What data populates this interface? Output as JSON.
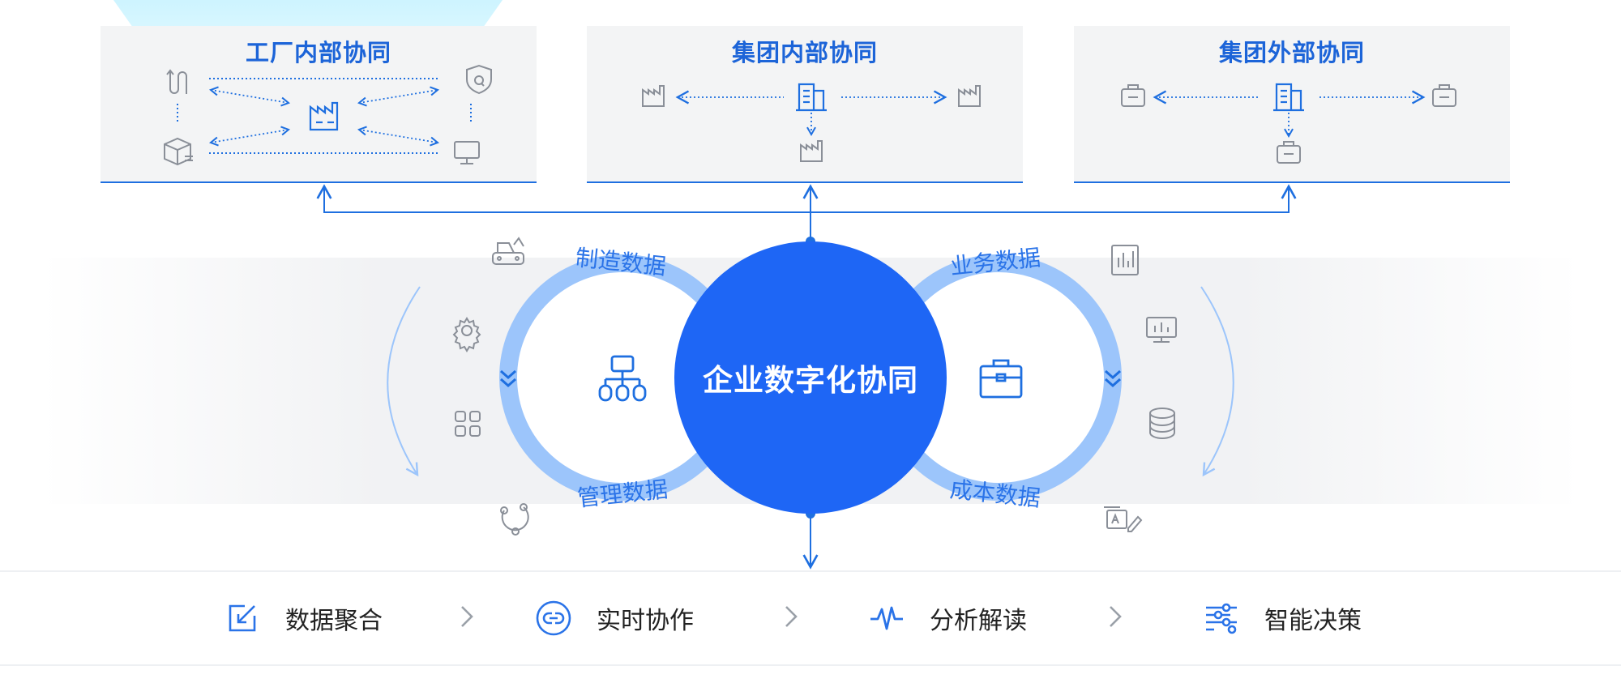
{
  "panels": [
    {
      "title": "工厂内部协同"
    },
    {
      "title": "集团内部协同"
    },
    {
      "title": "集团外部协同"
    }
  ],
  "center": {
    "title": "企业数字化协同"
  },
  "left_ring": {
    "top_label": "制造数据",
    "bottom_label": "管理数据",
    "icon": "org-chart-icon"
  },
  "right_ring": {
    "top_label": "业务数据",
    "bottom_label": "成本数据",
    "icon": "briefcase-icon"
  },
  "left_icons": [
    "excavator-icon",
    "gear-icon",
    "grid-apps-icon",
    "cycle-nodes-icon"
  ],
  "right_icons": [
    "report-icon",
    "monitor-chart-icon",
    "database-icon",
    "form-edit-icon"
  ],
  "steps": [
    {
      "label": "数据聚合",
      "icon": "edit-box-icon"
    },
    {
      "label": "实时协作",
      "icon": "link-icon"
    },
    {
      "label": "分析解读",
      "icon": "pulse-icon"
    },
    {
      "label": "智能决策",
      "icon": "sliders-icon"
    }
  ],
  "colors": {
    "accent": "#1e66f5",
    "title_blue": "#1c64d8",
    "ring_light": "#9cc5fb",
    "icon_gray": "#8a8f98",
    "panel_bg": "#f3f4f5"
  }
}
